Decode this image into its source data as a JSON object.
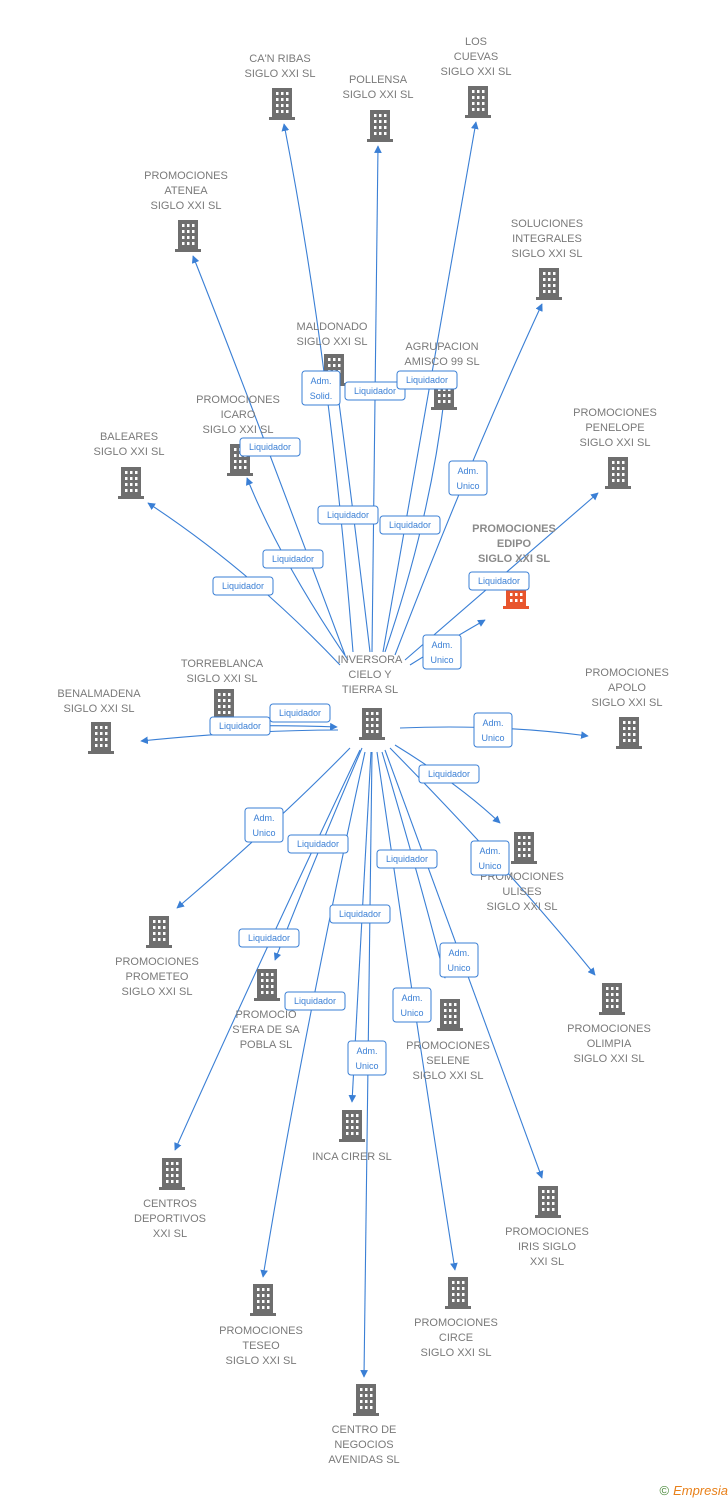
{
  "colors": {
    "edge": "#3a7fd5",
    "company": "#6e6e6e",
    "highlight": "#e8552d",
    "label": "#7a7a7a"
  },
  "center": {
    "label": [
      "INVERSORA",
      "CIELO Y",
      "TIERRA SL"
    ],
    "icon": "building-icon"
  },
  "nodes": [
    {
      "id": "can-ribas",
      "label": [
        "CA'N RIBAS",
        "SIGLO XXI SL"
      ]
    },
    {
      "id": "pollensa",
      "label": [
        "POLLENSA",
        "SIGLO XXI SL"
      ]
    },
    {
      "id": "los-cuevas",
      "label": [
        "LOS",
        "CUEVAS",
        "SIGLO XXI SL"
      ]
    },
    {
      "id": "atenea",
      "label": [
        "PROMOCIONES",
        "ATENEA",
        "SIGLO XXI SL"
      ]
    },
    {
      "id": "soluciones",
      "label": [
        "SOLUCIONES",
        "INTEGRALES",
        "SIGLO XXI SL"
      ]
    },
    {
      "id": "maldonado",
      "label": [
        "MALDONADO",
        "SIGLO XXI SL"
      ]
    },
    {
      "id": "agrupacion",
      "label": [
        "AGRUPACION",
        "AMISCO 99 SL"
      ]
    },
    {
      "id": "icaro",
      "label": [
        "PROMOCIONES",
        "ICARO",
        "SIGLO XXI SL"
      ]
    },
    {
      "id": "penelope",
      "label": [
        "PROMOCIONES",
        "PENELOPE",
        "SIGLO XXI SL"
      ]
    },
    {
      "id": "baleares",
      "label": [
        "BALEARES",
        "SIGLO XXI SL"
      ]
    },
    {
      "id": "edipo",
      "label": [
        "PROMOCIONES",
        "EDIPO",
        "SIGLO XXI SL"
      ],
      "highlight": true
    },
    {
      "id": "torreblanca",
      "label": [
        "TORREBLANCA",
        "SIGLO XXI SL"
      ]
    },
    {
      "id": "apolo",
      "label": [
        "PROMOCIONES",
        "APOLO",
        "SIGLO XXI SL"
      ]
    },
    {
      "id": "benalmadena",
      "label": [
        "BENALMADENA",
        "SIGLO XXI SL"
      ]
    },
    {
      "id": "ulises",
      "label": [
        "PROMOCIONES",
        "ULISES",
        "SIGLO XXI SL"
      ]
    },
    {
      "id": "prometeo",
      "label": [
        "PROMOCIONES",
        "PROMETEO",
        "SIGLO XXI SL"
      ]
    },
    {
      "id": "sera",
      "label": [
        "PROMOCIO",
        "S'ERA DE SA",
        "POBLA SL"
      ]
    },
    {
      "id": "olimpia",
      "label": [
        "PROMOCIONES",
        "OLIMPIA",
        "SIGLO XXI SL"
      ]
    },
    {
      "id": "selene",
      "label": [
        "PROMOCIONES",
        "SELENE",
        "SIGLO XXI SL"
      ]
    },
    {
      "id": "inca",
      "label": [
        "INCA CIRER SL"
      ]
    },
    {
      "id": "centros",
      "label": [
        "CENTROS",
        "DEPORTIVOS",
        "XXI SL"
      ]
    },
    {
      "id": "iris",
      "label": [
        "PROMOCIONES",
        "IRIS SIGLO",
        "XXI SL"
      ]
    },
    {
      "id": "teseo",
      "label": [
        "PROMOCIONES",
        "TESEO",
        "SIGLO XXI SL"
      ]
    },
    {
      "id": "circe",
      "label": [
        "PROMOCIONES",
        "CIRCE",
        "SIGLO XXI SL"
      ]
    },
    {
      "id": "centro-negocios",
      "label": [
        "CENTRO DE",
        "NEGOCIOS",
        "AVENIDAS SL"
      ]
    }
  ],
  "tags": [
    {
      "lines": [
        "Adm.",
        "Solid."
      ]
    },
    {
      "lines": [
        "Liquidador"
      ]
    },
    {
      "lines": [
        "Liquidador"
      ]
    },
    {
      "lines": [
        "Liquidador"
      ]
    },
    {
      "lines": [
        "Adm.",
        "Unico"
      ]
    },
    {
      "lines": [
        "Liquidador"
      ]
    },
    {
      "lines": [
        "Liquidador"
      ]
    },
    {
      "lines": [
        "Liquidador"
      ]
    },
    {
      "lines": [
        "Liquidador"
      ]
    },
    {
      "lines": [
        "Liquidador"
      ]
    },
    {
      "lines": [
        "Adm.",
        "Unico"
      ]
    },
    {
      "lines": [
        "Liquidador"
      ]
    },
    {
      "lines": [
        "Liquidador"
      ]
    },
    {
      "lines": [
        "Adm.",
        "Unico"
      ]
    },
    {
      "lines": [
        "Liquidador"
      ]
    },
    {
      "lines": [
        "Adm.",
        "Unico"
      ]
    },
    {
      "lines": [
        "Liquidador"
      ]
    },
    {
      "lines": [
        "Liquidador"
      ]
    },
    {
      "lines": [
        "Adm.",
        "Unico"
      ]
    },
    {
      "lines": [
        "Liquidador"
      ]
    },
    {
      "lines": [
        "Liquidador"
      ]
    },
    {
      "lines": [
        "Liquidador"
      ]
    },
    {
      "lines": [
        "Adm.",
        "Unico"
      ]
    },
    {
      "lines": [
        "Adm.",
        "Unico"
      ]
    },
    {
      "lines": [
        "Adm.",
        "Unico"
      ]
    }
  ],
  "footer": {
    "copyright": "©",
    "brand": "Empresia"
  }
}
